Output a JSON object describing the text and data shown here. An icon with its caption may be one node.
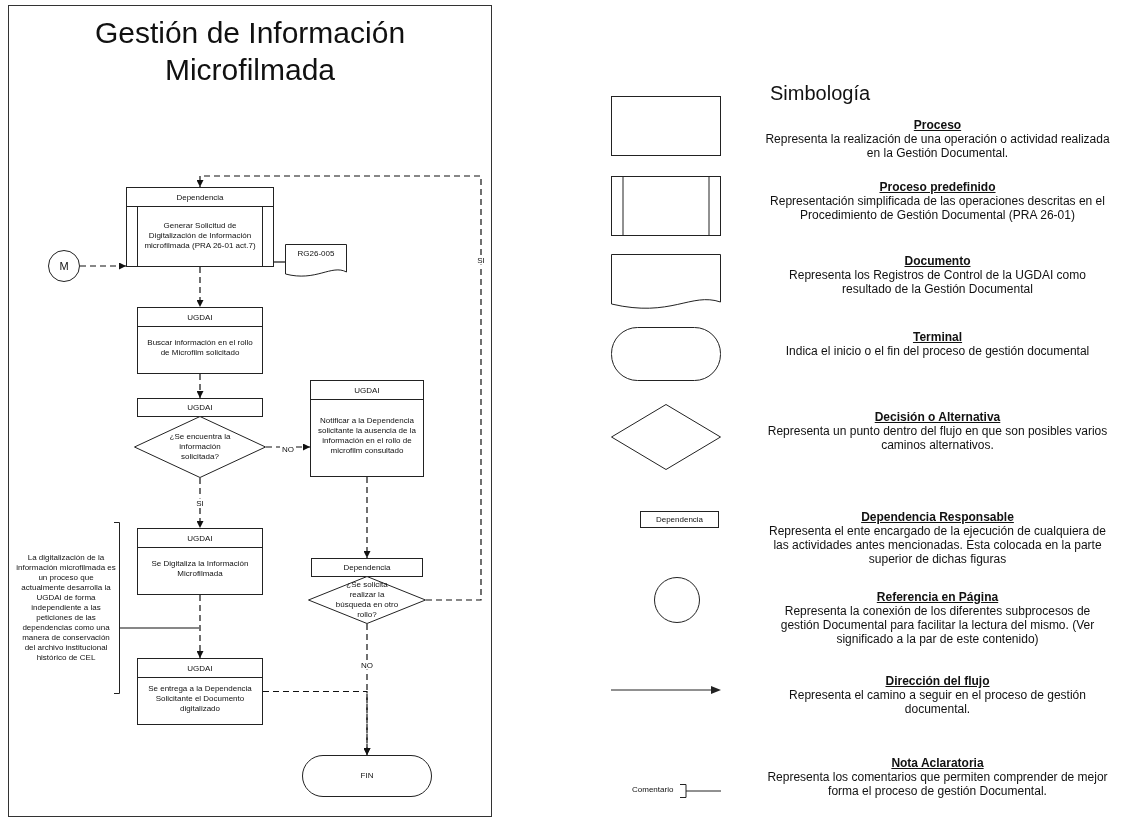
{
  "diagram": {
    "title": "Gestión de Información Microfilmada",
    "nodes": [
      {
        "text": [
          "M"
        ]
      },
      {
        "text": [
          "Dependencia",
          "Generar Solicitud de Digitalización de Información microfilmada (PRA 26-01 act.7)"
        ]
      },
      {
        "text": [
          "RG26-005"
        ]
      },
      {
        "text": [
          "UGDAI",
          "Buscar información en el rollo de Microfilm solicitado"
        ]
      },
      {
        "text": [
          "UGDAI",
          "¿Se encuentra la información solicitada?"
        ]
      },
      {
        "text": [
          "UGDAI",
          "Notificar a la Dependencia solicitante la ausencia de la información en el rollo de microfilm consultado"
        ]
      },
      {
        "text": [
          "Dependencia",
          "¿Se solicita realizar la búsqueda en otro rollo?"
        ]
      },
      {
        "text": [
          "UGDAI",
          "Se Digitaliza la Información Microfilmada"
        ]
      },
      {
        "text": [
          "La digitalización de la información microfilmada es un proceso que actualmente desarrolla la UGDAI de forma independiente a las peticiones de las dependencias como una manera de conservación del archivo institucional histórico de CEL"
        ]
      },
      {
        "text": [
          "UGDAI",
          "Se entrega a la Dependencia Solicitante el Documento digitalizado"
        ]
      },
      {
        "text": [
          "FIN"
        ]
      }
    ],
    "edges": [
      {
        "from": 0,
        "to": 1,
        "arrow": "to",
        "style": "dashed"
      },
      {
        "from": 1,
        "to": 2,
        "arrow": "none"
      },
      {
        "from": 1,
        "to": 3,
        "arrow": "to",
        "style": "dashed"
      },
      {
        "from": 3,
        "to": 4,
        "arrow": "to",
        "style": "dashed"
      },
      {
        "from": 4,
        "to": 5,
        "label": "NO",
        "arrow": "to",
        "style": "dashed"
      },
      {
        "from": 4,
        "to": 7,
        "label": "SI",
        "arrow": "to",
        "style": "dashed"
      },
      {
        "from": 5,
        "to": 6,
        "arrow": "to",
        "style": "dashed"
      },
      {
        "from": 6,
        "to": 1,
        "label": "SI",
        "arrow": "to",
        "style": "dashed"
      },
      {
        "from": 6,
        "to": 10,
        "label": "NO",
        "arrow": "to",
        "style": "dashed"
      },
      {
        "from": 7,
        "to": 9,
        "arrow": "to",
        "style": "dashed"
      },
      {
        "from": 9,
        "to": 10,
        "arrow": "to",
        "style": "dashed"
      },
      {
        "from": 8,
        "to": null,
        "arrow": "none"
      }
    ],
    "labels": [
      "Simbología",
      "Representa la realización de una operación o actividad realizada en la Gestión Documental.",
      "Representación simplificada de las operaciones descritas en el Procedimiento de Gestión Documental (PRA 26-01)",
      "Representa los Registros de Control de la UGDAI como resultado de la Gestión Documental",
      "Indica el inicio o el fin del proceso de gestión documental",
      "Representa un punto dentro del flujo en que son posibles varios caminos alternativos.",
      "Representa el ente encargado de la ejecución de cualquiera de las actividades antes mencionadas. Esta colocada en la parte superior de dichas figuras",
      "Representa la conexión de los diferentes subprocesos de gestión Documental para facilitar la lectura del mismo. (Ver significado a la par de este contenido)",
      "Representa el camino a seguir en el proceso de gestión documental.",
      "Representa los comentarios que permiten comprender de mejor forma el proceso de gestión Documental.",
      "Dependencia",
      "Comentario"
    ],
    "legend": [
      {
        "text": "Proceso"
      },
      {
        "text": "Proceso predefinido"
      },
      {
        "text": "Documento"
      },
      {
        "text": "Terminal"
      },
      {
        "text": "Decisión o Alternativa"
      },
      {
        "text": "Dependencia Responsable"
      },
      {
        "text": "Referencia en Página"
      },
      {
        "text": "Dirección del flujo"
      },
      {
        "text": "Nota Aclaratoria"
      }
    ]
  }
}
